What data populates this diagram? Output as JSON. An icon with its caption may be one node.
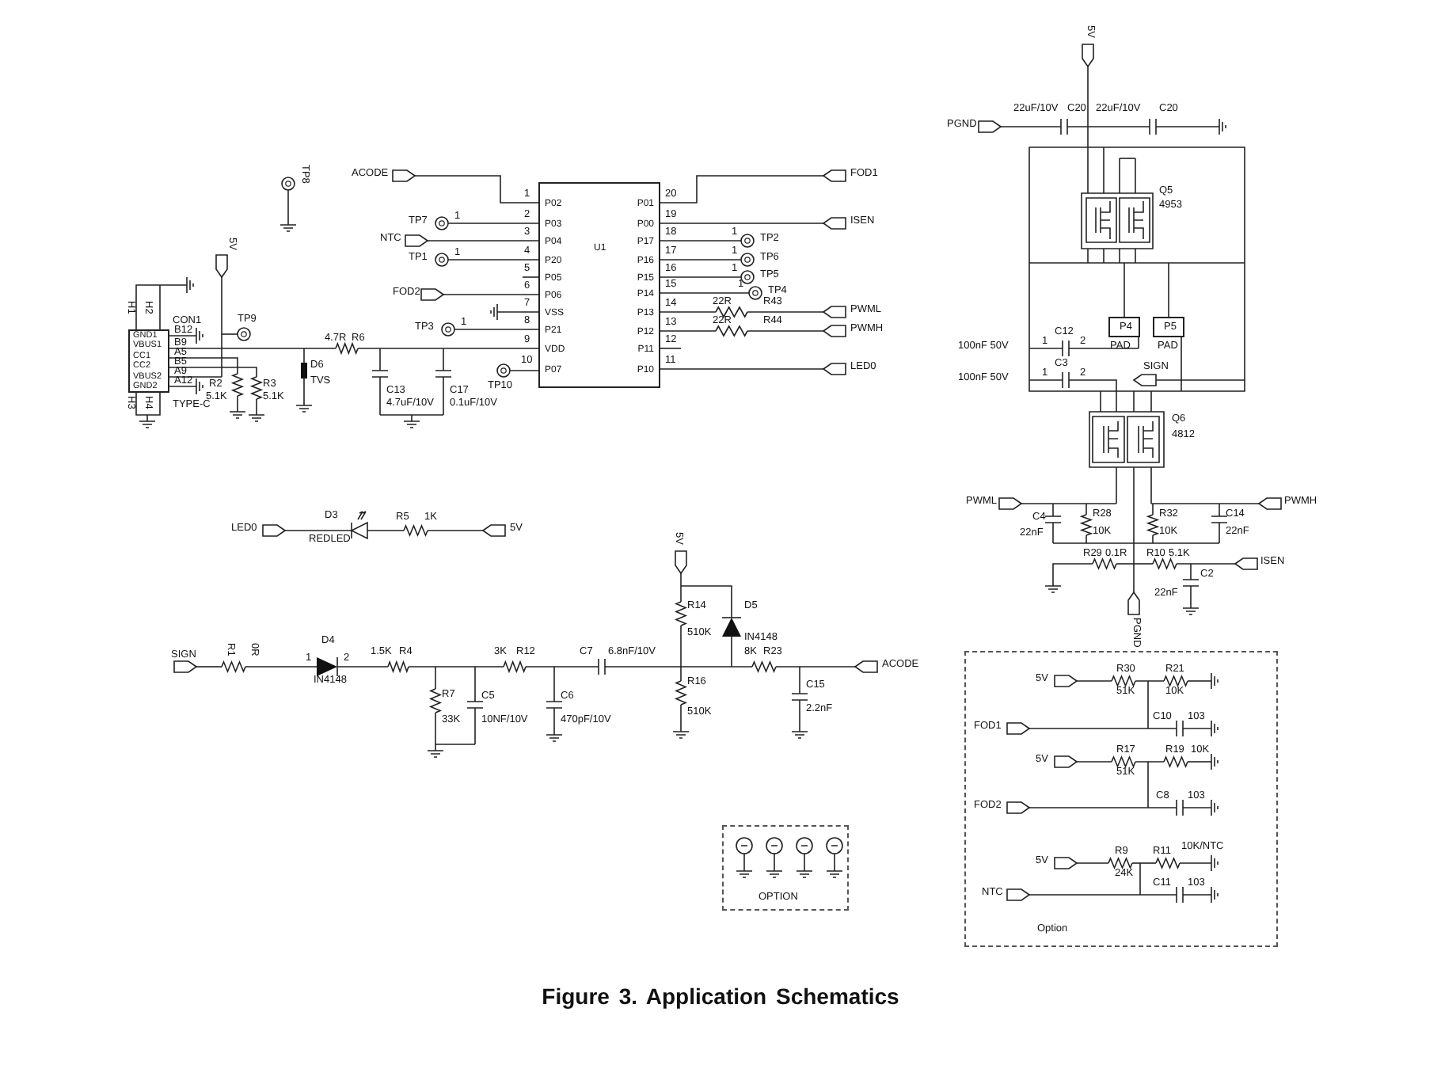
{
  "diagram": {
    "caption": "Figure 3. Application Schematics",
    "nodes": [
      {
        "text": [
          "U1",
          "P02",
          "P03",
          "P04",
          "P20",
          "P05",
          "P06",
          "VSS",
          "P21",
          "VDD",
          "P07",
          "P01",
          "P00",
          "P17",
          "P16",
          "P15",
          "P14",
          "P13",
          "P12",
          "P11",
          "P10"
        ]
      },
      {
        "text": [
          "GND1",
          "VBUS1",
          "CC1",
          "CC2",
          "VBUS2",
          "GND2"
        ],
        "beside": [
          "CON1",
          "TYPE-C"
        ]
      },
      {
        "text": [
          "P4"
        ],
        "beside": [
          "PAD"
        ]
      },
      {
        "text": [
          "P5"
        ],
        "beside": [
          "PAD"
        ]
      },
      {
        "text": [
          "Option"
        ]
      },
      {
        "text": [
          "OPTION"
        ]
      }
    ],
    "labels": [
      "TP8",
      "ACODE",
      "TP7",
      "1",
      "NTC",
      "TP1",
      "1",
      "FOD2",
      "TP3",
      "1",
      "TP10",
      "1",
      "2",
      "3",
      "4",
      "5",
      "6",
      "7",
      "8",
      "9",
      "10",
      "20",
      "19",
      "18",
      "17",
      "16",
      "15",
      "14",
      "13",
      "12",
      "11",
      "FOD1",
      "ISEN",
      "TP2",
      "1",
      "TP6",
      "1",
      "TP5",
      "1",
      "TP4",
      "1",
      "22R",
      "R43",
      "PWML",
      "22R",
      "R44",
      "PWMH",
      "LED0",
      "5V",
      "H1",
      "H2",
      "H3",
      "H4",
      "TP9",
      "B12",
      "B9",
      "A5",
      "B5",
      "A9",
      "A12",
      "4.7R",
      "R6",
      "D6",
      "TVS",
      "4.7uF/10V",
      "C13",
      "C17",
      "0.1uF/10V",
      "R2",
      "5.1K",
      "R3",
      "5.1K",
      "LED0",
      "D3",
      "REDLED",
      "R5",
      "1K",
      "5V",
      "5V",
      "R14",
      "510K",
      "D5",
      "IN4148",
      "SIGN",
      "R1",
      "0R",
      "D4",
      "1",
      "2",
      "IN4148",
      "1.5K",
      "R4",
      "R7",
      "33K",
      "C5",
      "10NF/10V",
      "3K",
      "R12",
      "C7",
      "6.8nF/10V",
      "C6",
      "470pF/10V",
      "R16",
      "510K",
      "8K",
      "R23",
      "C15",
      "2.2nF",
      "ACODE",
      "5V",
      "PGND",
      "22uF/10V",
      "C20",
      "22uF/10V",
      "C20",
      "Q5",
      "4953",
      "100nF 50V",
      "C12",
      "1",
      "2",
      "100nF 50V",
      "C3",
      "1",
      "2",
      "SIGN",
      "Q6",
      "4812",
      "PWML",
      "PWMH",
      "C4",
      "22nF",
      "R28",
      "10K",
      "R32",
      "10K",
      "C14",
      "22nF",
      "R29",
      "0.1R",
      "R10",
      "5.1K",
      "ISEN",
      "C2",
      "22nF",
      "PGND",
      "5V",
      "R30",
      "51K",
      "R21",
      "10K",
      "FOD1",
      "C10",
      "103",
      "5V",
      "R17",
      "51K",
      "R19",
      "10K",
      "FOD2",
      "C8",
      "103",
      "5V",
      "R9",
      "24K",
      "R11",
      "10K/NTC",
      "NTC",
      "C11",
      "103"
    ]
  }
}
